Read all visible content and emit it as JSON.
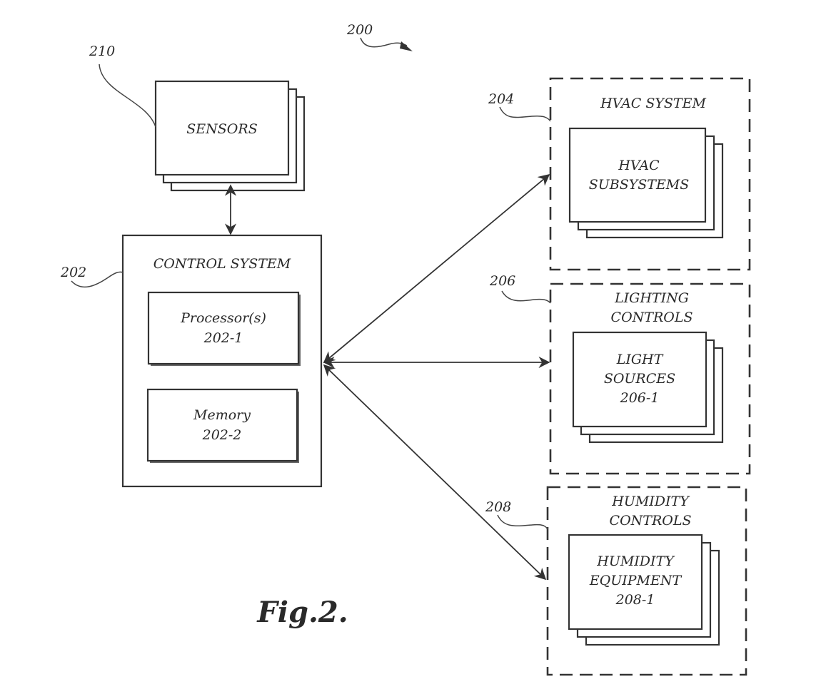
{
  "figure": {
    "caption": "Fig.2.",
    "reference": "200"
  },
  "sensors": {
    "ref": "210",
    "label": "SENSORS"
  },
  "control_system": {
    "ref": "202",
    "title": "CONTROL SYSTEM",
    "processor": {
      "label": "Processor(s)",
      "ref": "202-1"
    },
    "memory": {
      "label": "Memory",
      "ref": "202-2"
    }
  },
  "hvac": {
    "ref": "204",
    "title": "HVAC SYSTEM",
    "inner_line1": "HVAC",
    "inner_line2": "SUBSYSTEMS"
  },
  "lighting": {
    "ref": "206",
    "title_line1": "LIGHTING",
    "title_line2": "CONTROLS",
    "inner_line1": "LIGHT",
    "inner_line2": "SOURCES",
    "inner_ref": "206-1"
  },
  "humidity": {
    "ref": "208",
    "title_line1": "HUMIDITY",
    "title_line2": "CONTROLS",
    "inner_line1": "HUMIDITY",
    "inner_line2": "EQUIPMENT",
    "inner_ref": "208-1"
  }
}
